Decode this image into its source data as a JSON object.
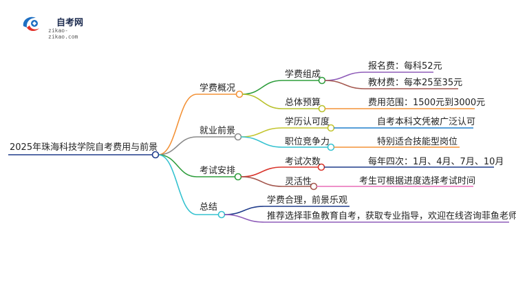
{
  "logo": {
    "name": "自考网",
    "domain": "zikao-zikao.com"
  },
  "mindmap": {
    "root": "2025年珠海科技学院自考费用与前景",
    "branches": [
      {
        "label": "学费概况",
        "color": "#f39237",
        "children": [
          {
            "label": "学费组成",
            "color": "#2e9d3c",
            "leaves": [
              {
                "label": "报名费：每科52元",
                "color": "#8e5bb8"
              },
              {
                "label": "教材费：每本25至35元",
                "color": "#a4574e"
              }
            ]
          },
          {
            "label": "总体预算",
            "color": "#b8c12c",
            "leaves": [
              {
                "label": "费用范围：1500元到3000元",
                "color": "#f39237"
              }
            ]
          }
        ]
      },
      {
        "label": "就业前景",
        "color": "#8a8a8a",
        "children": [
          {
            "label": "学历认可度",
            "color": "#c3c52e",
            "leaves": [
              {
                "label": "自考本科文凭被广泛认可",
                "color": "#1e7fcb"
              }
            ]
          },
          {
            "label": "职位竞争力",
            "color": "#35c2d0",
            "leaves": [
              {
                "label": "特别适合技能型岗位",
                "color": "#f39237"
              }
            ]
          }
        ]
      },
      {
        "label": "考试安排",
        "color": "#2e9d3c",
        "children": [
          {
            "label": "考试次数",
            "color": "#d9342b",
            "leaves": [
              {
                "label": "每年四次：1月、4月、7月、10月",
                "color": "#1e3a8a"
              }
            ]
          },
          {
            "label": "灵活性",
            "color": "#a4574e",
            "leaves": [
              {
                "label": "考生可根据进度选择考试时间",
                "color": "#e86bb6"
              }
            ]
          }
        ]
      },
      {
        "label": "总结",
        "color": "#35c2d0",
        "children": [
          {
            "label": "学费合理，前景乐观",
            "color": "#1e3a8a",
            "leaves": []
          },
          {
            "label": "推荐选择菲鱼教育自考，获取专业指导，欢迎在线咨询菲鱼老师",
            "color": "#8e5bb8",
            "leaves": []
          }
        ]
      }
    ]
  }
}
